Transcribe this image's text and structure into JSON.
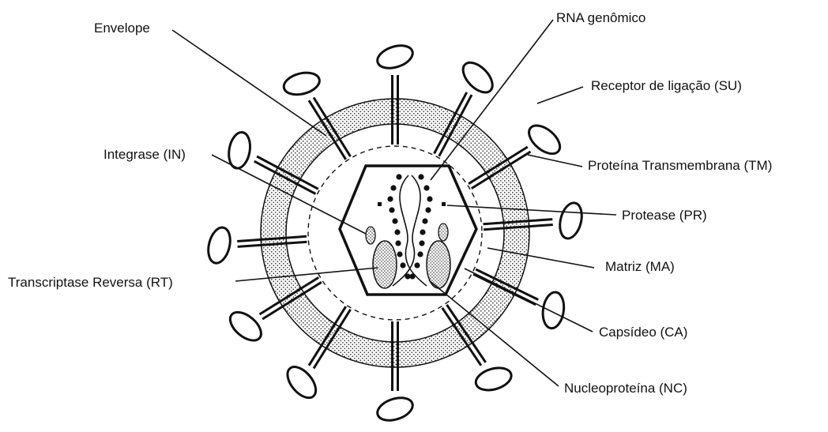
{
  "labels": {
    "envelope": "Envelope",
    "rna": "RNA genômico",
    "su": "Receptor de ligação (SU)",
    "tm": "Proteína Transmembrana (TM)",
    "integrase": "Integrase (IN)",
    "protease": "Protease (PR)",
    "matriz": "Matriz (MA)",
    "rt": "Transcriptase Reversa (RT)",
    "capsideo": "Capsídeo (CA)",
    "nc": "Nucleoproteína (NC)"
  },
  "colors": {
    "ink": "#111111",
    "background": "#ffffff",
    "stipple": "#555555"
  }
}
